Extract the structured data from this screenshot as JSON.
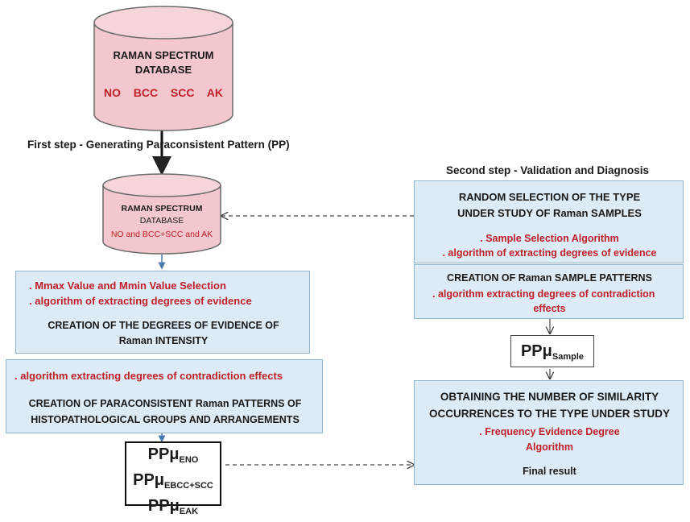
{
  "colors": {
    "box_fill": "#dcebf5",
    "box_border": "#8fb4cf",
    "red_text": "#c0202a",
    "cylinder_fill": "#f2c7cd"
  },
  "top_db": {
    "title_line1": "RAMAN SPECTRUM",
    "title_line2": "DATABASE",
    "groups": "NO  BCC  SCC  AK"
  },
  "first_step": "First step - Generating Paraconsistent Pattern (PP)",
  "second_step": "Second step - Validation and Diagnosis",
  "mid_db": {
    "title_line1": "RAMAN SPECTRUM",
    "title_line2": "DATABASE",
    "groups": "NO and BCC+SCC and AK"
  },
  "left_box1": {
    "line1": ". Mmax Value and Mmin Value Selection",
    "line2": ". algorithm of extracting degrees of evidence",
    "line3": "CREATION OF THE DEGREES OF EVIDENCE OF",
    "line4": "Raman INTENSITY"
  },
  "left_box2": {
    "line1": ". algorithm extracting degrees of contradiction effects",
    "line2": "CREATION OF PARACONSISTENT  Raman PATTERNS OF",
    "line3": "HISTOPATHOLOGICAL GROUPS AND ARRANGEMENTS"
  },
  "pp_list": {
    "base": "PPμ",
    "items": [
      "ENO",
      "EBCC+SCC",
      "EAK"
    ]
  },
  "right_box1": {
    "line1": "RANDOM SELECTION OF THE TYPE",
    "line2": "UNDER STUDY OF Raman SAMPLES",
    "line3": ". Sample Selection Algorithm",
    "line4": ". algorithm of extracting degrees of evidence"
  },
  "right_box2": {
    "line1": "CREATION OF Raman SAMPLE PATTERNS",
    "line2": ". algorithm extracting degrees of contradiction",
    "line3": "effects"
  },
  "pp_sample": {
    "base": "PPμ",
    "sub": "Sample"
  },
  "right_box3": {
    "line1": "OBTAINING THE NUMBER OF SIMILARITY",
    "line2": "OCCURRENCES TO THE TYPE UNDER STUDY",
    "line3": ". Frequency Evidence Degree",
    "line4": "Algorithm",
    "line5": "Final result"
  }
}
